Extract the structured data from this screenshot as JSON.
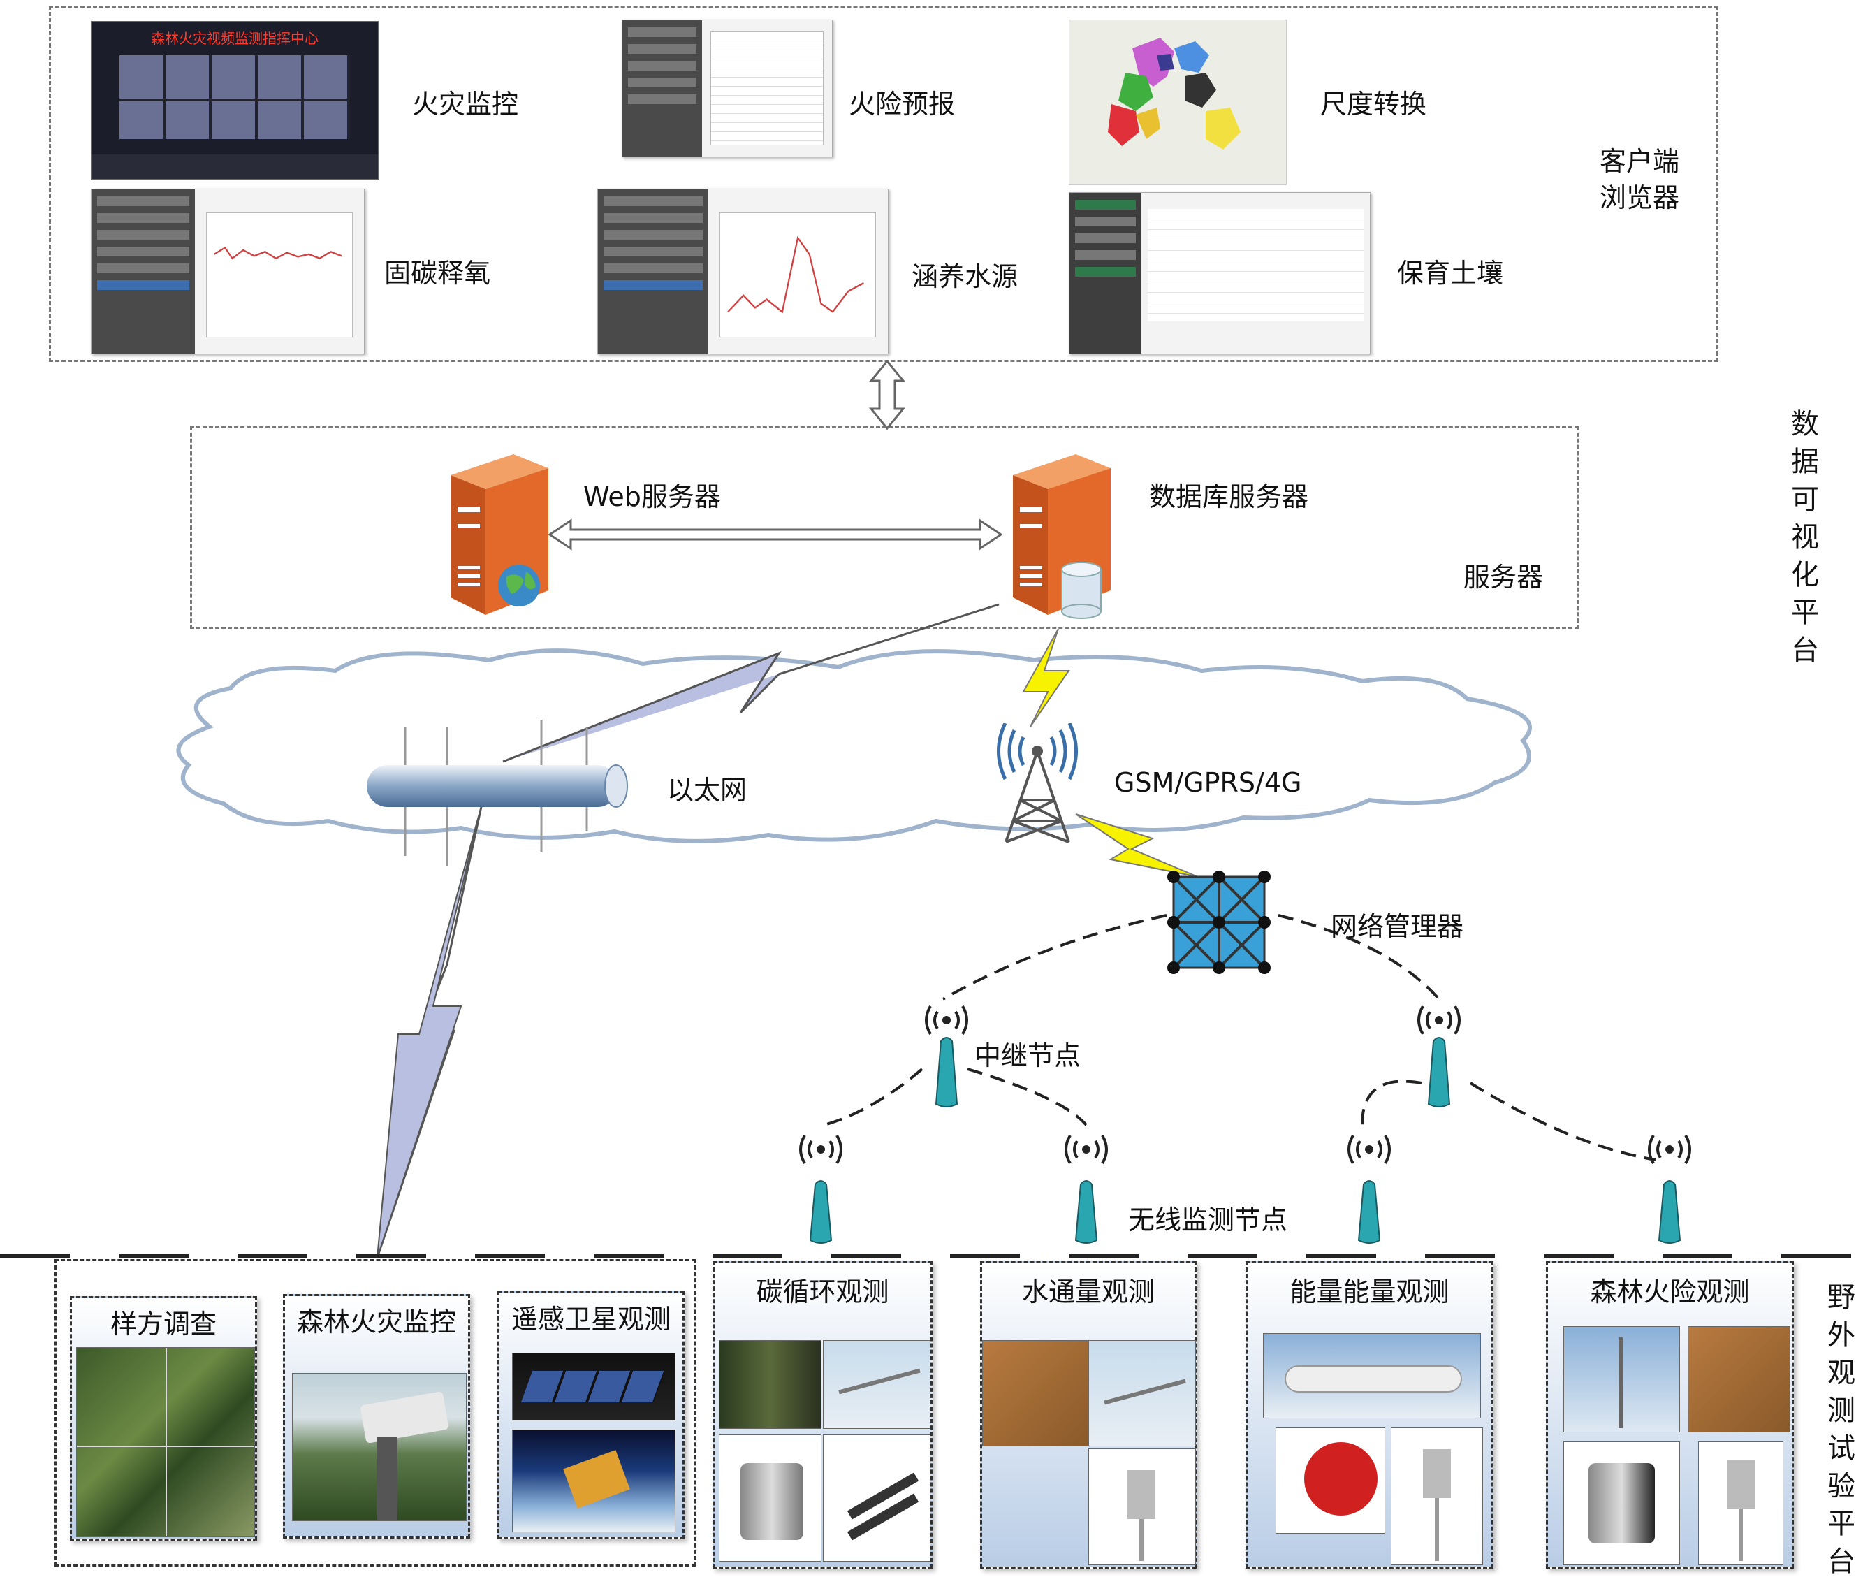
{
  "client": {
    "title": "客户端\n浏览器",
    "apps": [
      {
        "label": "火灾监控"
      },
      {
        "label": "火险预报"
      },
      {
        "label": "尺度转换"
      },
      {
        "label": "固碳释氧"
      },
      {
        "label": "涵养水源"
      },
      {
        "label": "保育土壤"
      }
    ],
    "wall_banner": "森林火灾视频监测指挥中心"
  },
  "platform_label": "数据可视化平台",
  "server": {
    "title": "服务器",
    "web_label": "Web服务器",
    "db_label": "数据库服务器"
  },
  "network": {
    "ethernet_label": "以太网",
    "gsm_label": "GSM/GPRS/4G",
    "manager_label": "网络管理器",
    "relay_label": "中继节点",
    "sensor_label": "无线监测节点"
  },
  "field_label": "野外观测试验平台",
  "field_groups": [
    {
      "title": "样方调查"
    },
    {
      "title": "森林火灾监控"
    },
    {
      "title": "遥感卫星观测"
    },
    {
      "title": "碳循环观测"
    },
    {
      "title": "水通量观测"
    },
    {
      "title": "能量能量观测"
    },
    {
      "title": "森林火险观测"
    }
  ],
  "colors": {
    "server_orange": "#e2692a",
    "manager_blue": "#3aa0d8",
    "node_teal": "#2aa6b0",
    "lightning_yellow": "#f7f200"
  }
}
